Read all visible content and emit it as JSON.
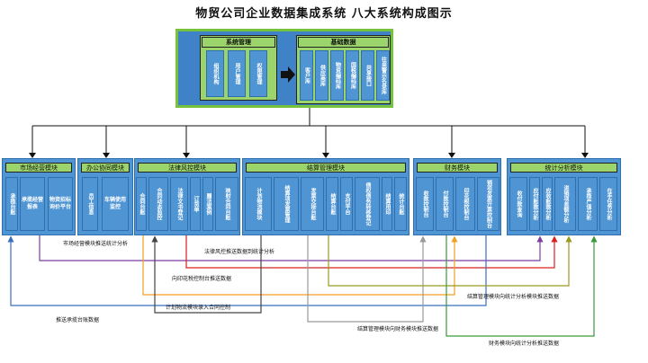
{
  "title": "物贸公司企业数据集成系统  八大系统构成图示",
  "top": {
    "system_mgmt": {
      "title": "系统管理",
      "items": [
        "组织机构",
        "用户管理",
        "权限管理"
      ]
    },
    "base_data": {
      "title": "基础数据",
      "items": [
        "客户库",
        "供应商库",
        "物资编码库",
        "国税编码库",
        "共享接口",
        "往来警示名录库"
      ]
    }
  },
  "modules": [
    {
      "title": "市场经营模块",
      "items": [
        "承揽台账",
        "承揽经营报表",
        "物资招标询价平台"
      ]
    },
    {
      "title": "办公协同模块",
      "items": [
        "员工信息",
        "车辆使用监控"
      ]
    },
    {
      "title": "法律风控模块",
      "items": [
        "合同台账",
        "合同动态监控",
        "法律文书登记",
        "订货单",
        "履法案例",
        "映射合同台账"
      ]
    },
    {
      "title": "结算管理模块",
      "items": [
        "计划物流模块",
        "结算项发票管理",
        "发票交接台账",
        "结算台账",
        "支付平台",
        "债权债务转移登记",
        "结算用印",
        "统计台账"
      ]
    },
    {
      "title": "财务模块",
      "items": [
        "收款控制台",
        "付款控制台",
        "印花税控制台",
        "销项发票开票控制台"
      ]
    },
    {
      "title": "统计分析模块",
      "items": [
        "收付款查询",
        "应付账款分析",
        "应收账款分析",
        "进销项差额分析",
        "承揽产值分析",
        "在手任务分析"
      ]
    }
  ],
  "annotations": {
    "a1": "市场经营模块推送统计分析",
    "a2": "法律风控推送数据到统计分析",
    "a3": "向印花税控制台推送数据",
    "a4": "计划物流模块录入合同控制",
    "a5": "推送承揽台账数据",
    "a6": "结算管理模块向统计分析模块推送数据",
    "a7": "结算管理模块向财务模块推送数据",
    "a8": "财务模块向统计分析推送数据"
  },
  "colors": {
    "module_blue": "#4f95d4",
    "frame_green": "#76c33b",
    "label_green": "#9bd46a",
    "line_purple": "#7b3fa0",
    "line_red": "#d92020",
    "line_orange": "#f0a020",
    "line_blue": "#3b6fc0",
    "line_gray": "#999999",
    "line_olive": "#9a9a20",
    "line_green": "#3a9a3a"
  }
}
